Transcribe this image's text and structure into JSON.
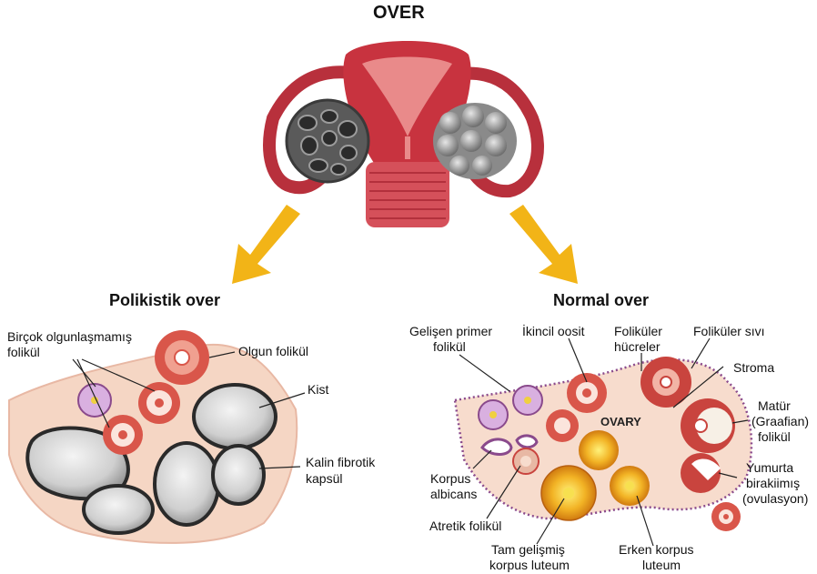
{
  "title": "OVER",
  "polycystic": {
    "heading": "Polikistik over",
    "labels": {
      "immature_line1": "Birçok olgunlaşmamış",
      "immature_line2": "folikül",
      "mature": "Olgun folikül",
      "cyst": "Kist",
      "capsule_line1": "Kalin fibrotik",
      "capsule_line2": "kapsül"
    }
  },
  "normal": {
    "heading": "Normal over",
    "ovary_word": "OVARY",
    "labels": {
      "primary_line1": "Gelişen primer",
      "primary_line2": "folikül",
      "oocyte": "İkincil oosit",
      "cells_line1": "Foliküler",
      "cells_line2": "hücreler",
      "fluid": "Foliküler sıvı",
      "stroma": "Stroma",
      "mature_line1": "Matür",
      "mature_line2": "(Graafian)",
      "mature_line3": "folikül",
      "ovulation_line1": "Yumurta",
      "ovulation_line2": "birakiimış",
      "ovulation_line3": "(ovulasyon)",
      "albicans_line1": "Korpus",
      "albicans_line2": "albicans",
      "atretic": "Atretik folikül",
      "full_cl_line1": "Tam gelişmiş",
      "full_cl_line2": "korpus luteum",
      "early_cl_line1": "Erken korpus",
      "early_cl_line2": "luteum"
    }
  },
  "colors": {
    "uterus": "#c8333f",
    "tissue": "#f5d6c4",
    "arrow": "#f2b417",
    "follicle": "#d9564a",
    "cyst": "#d6d6d6",
    "capsule": "#2a2a2a",
    "border_purple": "#8a4a8c",
    "corpus_luteum": "#f0a020"
  }
}
